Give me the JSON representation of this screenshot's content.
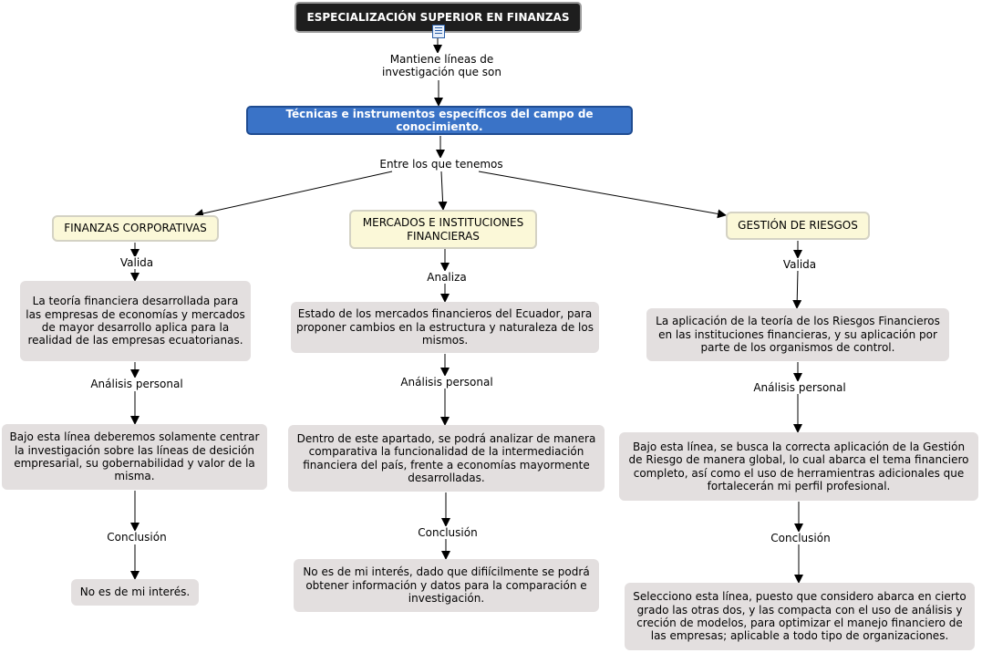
{
  "root": {
    "title": "ESPECIALIZACIÓN SUPERIOR EN FINANZAS",
    "icon": "document-icon"
  },
  "link_root": "Mantiene líneas de investigación que son",
  "central": "Técnicas e instrumentos específicos del campo de conocimiento.",
  "link_central": "Entre los que tenemos",
  "columns": [
    {
      "title": "FINANZAS CORPORATIVAS",
      "link1": "Valida",
      "box1": "La teoría financiera desarrollada para las empresas de economías y mercados de mayor desarrollo aplica para la realidad de las empresas ecuatorianas.",
      "link2": "Análisis personal",
      "box2": "Bajo esta línea deberemos solamente centrar la investigación sobre las líneas de desición empresarial, su gobernabilidad y valor de la misma.",
      "link3": "Conclusión",
      "box3": "No es de mi interés."
    },
    {
      "title": "MERCADOS E INSTITUCIONES FINANCIERAS",
      "link1": "Analiza",
      "box1": "Estado de los mercados financieros del Ecuador, para proponer cambios en la estructura y naturaleza de los mismos.",
      "link2": "Análisis personal",
      "box2": "Dentro de este apartado, se podrá analizar de manera comparativa la funcionalidad de la intermediación financiera del país, frente a economías mayormente desarrolladas.",
      "link3": "Conclusión",
      "box3": "No es de mi interés, dado que difiícilmente se podrá obtener información y datos para la comparación e investigación."
    },
    {
      "title": "GESTIÓN DE RIESGOS",
      "link1": "Valida",
      "box1": "La aplicación de la teoría de los Riesgos Financieros en las instituciones financieras, y su aplicación por parte de los organismos de control.",
      "link2": "Análisis personal",
      "box2": "Bajo esta línea, se busca la correcta aplicación de la Gestión de Riesgo de manera global, lo cual abarca el tema financiero completo, así como el uso de herramientras adicionales que fortalecerán mi perfil profesional.",
      "link3": "Conclusión",
      "box3": "Selecciono esta línea, puesto que considero abarca en cierto grado las otras dos, y las compacta con el uso de análisis y creción de modelos, para optimizar el manejo financiero de las empresas; aplicable a todo tipo de organizaciones."
    }
  ]
}
